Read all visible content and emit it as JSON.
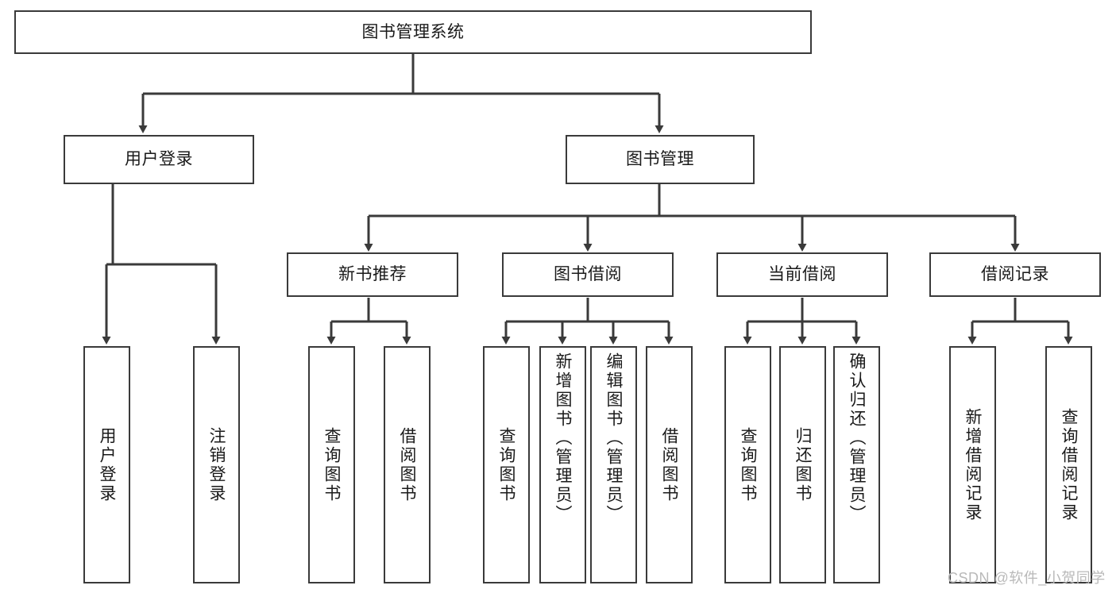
{
  "diagram": {
    "title": "图书管理系统",
    "watermark": "CSDN @软件_小贺同学",
    "stroke_color": "#3a3a3a",
    "background_color": "#ffffff",
    "text_color": "#1a1a1a",
    "watermark_color": "#b9b9b9"
  },
  "nodes": {
    "root": {
      "label": "图书管理系统"
    },
    "level1": [
      {
        "label": "用户登录"
      },
      {
        "label": "图书管理"
      }
    ],
    "level2": [
      {
        "label": "新书推荐"
      },
      {
        "label": "图书借阅"
      },
      {
        "label": "当前借阅"
      },
      {
        "label": "借阅记录"
      }
    ],
    "leaves": {
      "user_login": [
        {
          "label": "用户登录"
        },
        {
          "label": "注销登录"
        }
      ],
      "new_book_recommend": [
        {
          "label": "查询图书"
        },
        {
          "label": "借阅图书"
        }
      ],
      "book_borrow": [
        {
          "label": "查询图书"
        },
        {
          "label": "新增图书（管理员）"
        },
        {
          "label": "编辑图书（管理员）"
        },
        {
          "label": "借阅图书"
        }
      ],
      "current_borrow": [
        {
          "label": "查询图书"
        },
        {
          "label": "归还图书"
        },
        {
          "label": "确认归还（管理员）"
        }
      ],
      "borrow_record": [
        {
          "label": "新增借阅记录"
        },
        {
          "label": "查询借阅记录"
        }
      ]
    }
  },
  "chart_data": {
    "type": "diagram",
    "title": "图书管理系统",
    "structure": "tree",
    "hierarchy": [
      {
        "label": "图书管理系统",
        "children": [
          {
            "label": "用户登录",
            "children": [
              {
                "label": "用户登录"
              },
              {
                "label": "注销登录"
              }
            ]
          },
          {
            "label": "图书管理",
            "children": [
              {
                "label": "新书推荐",
                "children": [
                  {
                    "label": "查询图书"
                  },
                  {
                    "label": "借阅图书"
                  }
                ]
              },
              {
                "label": "图书借阅",
                "children": [
                  {
                    "label": "查询图书"
                  },
                  {
                    "label": "新增图书（管理员）"
                  },
                  {
                    "label": "编辑图书（管理员）"
                  },
                  {
                    "label": "借阅图书"
                  }
                ]
              },
              {
                "label": "当前借阅",
                "children": [
                  {
                    "label": "查询图书"
                  },
                  {
                    "label": "归还图书"
                  },
                  {
                    "label": "确认归还（管理员）"
                  }
                ]
              },
              {
                "label": "借阅记录",
                "children": [
                  {
                    "label": "新增借阅记录"
                  },
                  {
                    "label": "查询借阅记录"
                  }
                ]
              }
            ]
          }
        ]
      }
    ]
  }
}
